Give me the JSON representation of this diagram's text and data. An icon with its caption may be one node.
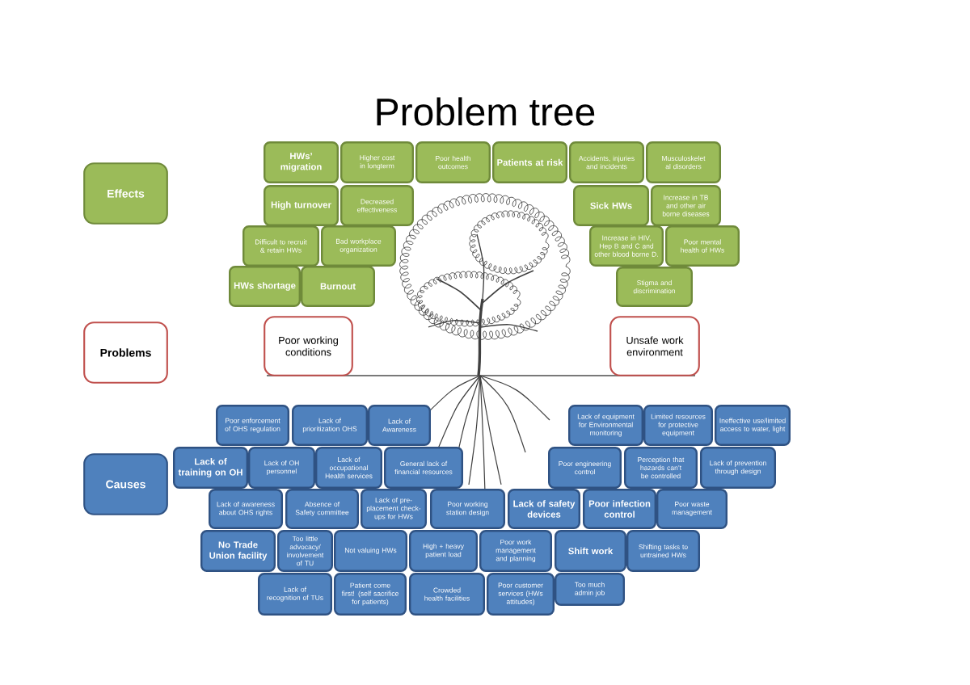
{
  "diagram": {
    "title": "Problem tree",
    "nodes": [
      {
        "text": [
          "Effects"
        ]
      },
      {
        "text": [
          "Problems"
        ]
      },
      {
        "text": [
          "Causes"
        ]
      },
      {
        "text": [
          "HWs’ migration"
        ]
      },
      {
        "text": [
          "Higher cost in longterm"
        ]
      },
      {
        "text": [
          "Poor health outcomes"
        ]
      },
      {
        "text": [
          "Patients at risk"
        ]
      },
      {
        "text": [
          "Accidents, injuries and incidents"
        ]
      },
      {
        "text": [
          "Musculoskelet al disorders"
        ]
      },
      {
        "text": [
          "High turnover"
        ]
      },
      {
        "text": [
          "Decreased effectiveness"
        ]
      },
      {
        "text": [
          "Sick HWs"
        ]
      },
      {
        "text": [
          "Increase in TB and other air borne diseases"
        ]
      },
      {
        "text": [
          "Difficult to recruit & retain HWs"
        ]
      },
      {
        "text": [
          "Bad workplace organization"
        ]
      },
      {
        "text": [
          "Increase in HIV, Hep B and C and other blood borne D."
        ]
      },
      {
        "text": [
          "Poor mental health of HWs"
        ]
      },
      {
        "text": [
          "HWs shortage"
        ]
      },
      {
        "text": [
          "Burnout"
        ]
      },
      {
        "text": [
          "Stigma and discrimination"
        ]
      },
      {
        "text": [
          "Poor working conditions"
        ]
      },
      {
        "text": [
          "Unsafe work environment"
        ]
      },
      {
        "text": [
          "Poor enforcement of OHS regulation"
        ]
      },
      {
        "text": [
          "Lack of prioritization OHS"
        ]
      },
      {
        "text": [
          "Lack of Awareness"
        ]
      },
      {
        "text": [
          "Lack of equipment for Environmental monitoring"
        ]
      },
      {
        "text": [
          "Limited resources for protective equipment"
        ]
      },
      {
        "text": [
          "Ineffective use/limited access to water, light"
        ]
      },
      {
        "text": [
          "Lack of training on OH"
        ]
      },
      {
        "text": [
          "Lack of OH personnel"
        ]
      },
      {
        "text": [
          "Lack of occupational Health services"
        ]
      },
      {
        "text": [
          "General lack of financial resources"
        ]
      },
      {
        "text": [
          "Poor engineering control"
        ]
      },
      {
        "text": [
          "Perception that hazards can’t be controlled"
        ]
      },
      {
        "text": [
          "Lack of prevention through design"
        ]
      },
      {
        "text": [
          "Lack of awareness about OHS rights"
        ]
      },
      {
        "text": [
          "Absence of Safety committee"
        ]
      },
      {
        "text": [
          "Lack of pre-placement check-ups for HWs"
        ]
      },
      {
        "text": [
          "Poor working station design"
        ]
      },
      {
        "text": [
          "Lack of safety devices"
        ]
      },
      {
        "text": [
          "Poor infection control"
        ]
      },
      {
        "text": [
          "Poor waste management"
        ]
      },
      {
        "text": [
          "No Trade Union facility"
        ]
      },
      {
        "text": [
          "Too little advocacy/ involvement of TU"
        ]
      },
      {
        "text": [
          "Not valuing HWs"
        ]
      },
      {
        "text": [
          "High + heavy patient load"
        ]
      },
      {
        "text": [
          "Poor work management and planning"
        ]
      },
      {
        "text": [
          "Shift work"
        ]
      },
      {
        "text": [
          "Shifting tasks to untrained HWs"
        ]
      },
      {
        "text": [
          "Lack of recognition of TUs"
        ]
      },
      {
        "text": [
          "Patient come first! (self sacrifice for patients)"
        ]
      },
      {
        "text": [
          "Crowded health facilities"
        ]
      },
      {
        "text": [
          "Poor customer services (HWs attitudes)"
        ]
      },
      {
        "text": [
          "Too much admin job"
        ]
      }
    ]
  }
}
